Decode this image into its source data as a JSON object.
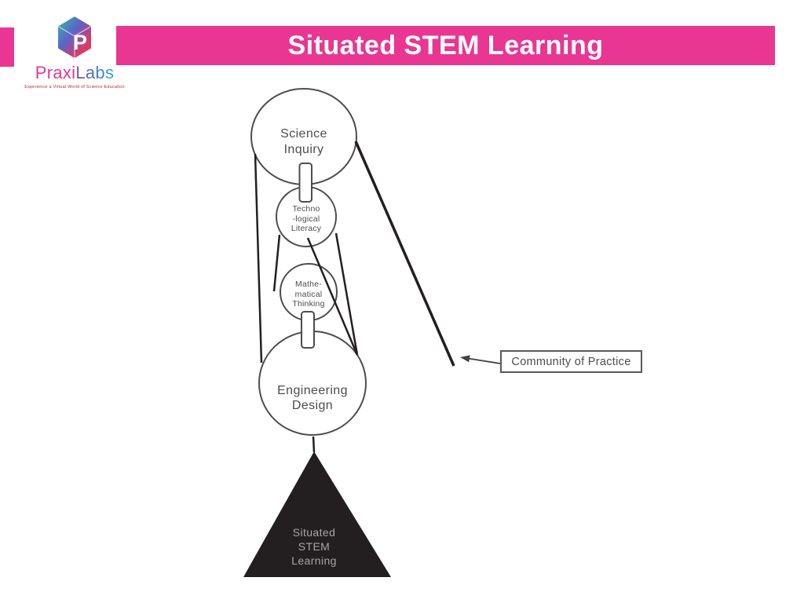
{
  "header": {
    "title": "Situated STEM Learning"
  },
  "logo": {
    "brand_first": "Praxi",
    "brand_second": "Labs",
    "cube_letter": "P",
    "tagline": "Experience a Virtual World of Science Education"
  },
  "diagram": {
    "nodes": {
      "science": {
        "label": "Science\nInquiry"
      },
      "techno": {
        "label": "Techno\n-logical\nLiteracy"
      },
      "math": {
        "label": "Mathe-\nmatical\nThinking"
      },
      "engineering": {
        "label": "Engineering\nDesign"
      },
      "triangle": {
        "label": "Situated\nSTEM\nLearning"
      }
    },
    "callout": {
      "label": "Community of Practice"
    }
  },
  "colors": {
    "accent_pink": "#E93693",
    "line_color": "#231F20",
    "node_stroke": "#4D4D4F",
    "node_text": "#4D4D4F",
    "triangle_fill": "#231F20",
    "triangle_text": "#A7A5A6",
    "tagline_red": "#C1272D"
  }
}
